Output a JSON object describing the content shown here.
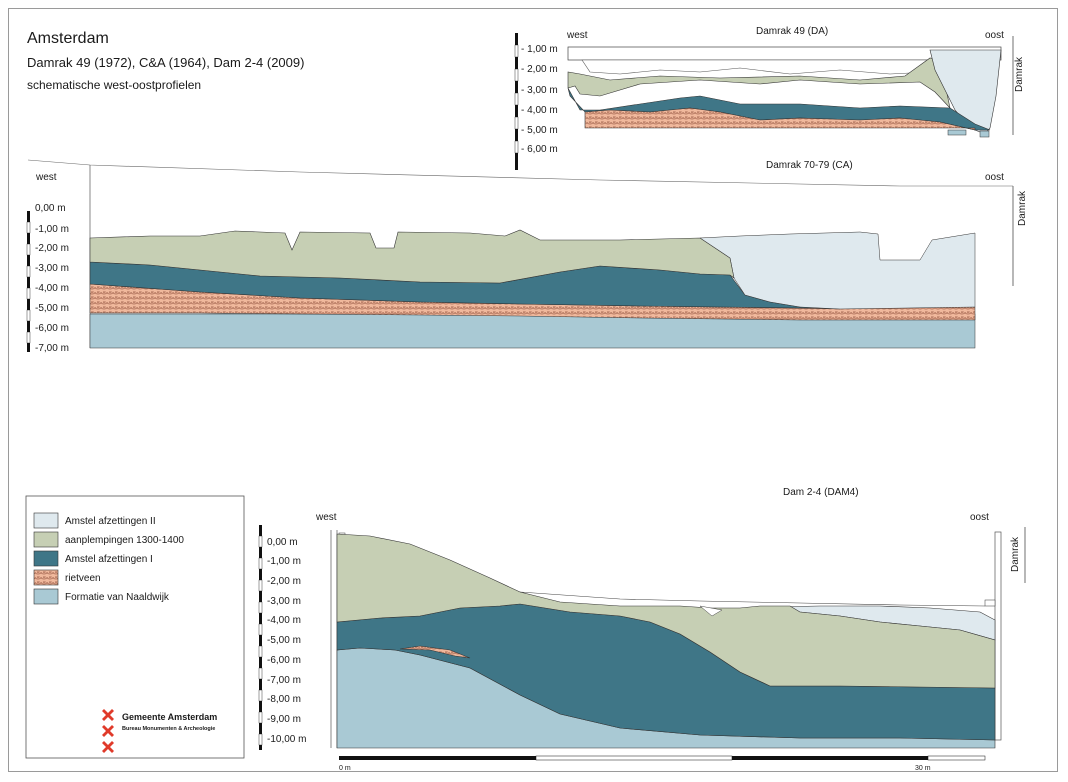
{
  "header": {
    "city": "Amsterdam",
    "sites": "Damrak 49 (1972), C&A (1964), Dam 2-4 (2009)",
    "subtitle": "schematische west-oostprofielen"
  },
  "colors": {
    "amstel_ii": "#dfe9ee",
    "aanplempingen": "#c6cfb4",
    "amstel_i": "#3f7687",
    "rietveen": "#f0b89c",
    "naaldwijk": "#a9c9d4",
    "logo_red": "#e03a2a"
  },
  "profiles": {
    "damrak49": {
      "title": "Damrak 49 (DA)",
      "west": "west",
      "east": "oost",
      "street": "Damrak",
      "scale": [
        "- 1,00 m",
        "- 2,00 m",
        "- 3,00 m",
        "- 4,00 m",
        "- 5,00 m",
        "- 6,00 m"
      ]
    },
    "ca": {
      "title": "Damrak 70-79 (CA)",
      "west": "west",
      "east": "oost",
      "street": "Damrak",
      "scale": [
        "0,00 m",
        "-1,00 m",
        "-2,00 m",
        "-3,00 m",
        "-4,00 m",
        "-5,00 m",
        "-6,00 m",
        "-7,00 m"
      ]
    },
    "dam4": {
      "title": "Dam 2-4 (DAM4)",
      "west": "west",
      "east": "oost",
      "street": "Damrak",
      "scale": [
        "0,00 m",
        "-1,00 m",
        "-2,00 m",
        "-3,00 m",
        "-4,00 m",
        "-5,00 m",
        "-6,00 m",
        "-7,00 m",
        "-8,00 m",
        "-9,00 m",
        "-10,00 m"
      ],
      "scalebar": {
        "start": "0 m",
        "end": "30 m"
      }
    }
  },
  "legend": [
    {
      "label": "Amstel afzettingen II",
      "color": "#dfe9ee",
      "pattern": false
    },
    {
      "label": "aanplempingen 1300-1400",
      "color": "#c6cfb4",
      "pattern": false
    },
    {
      "label": "Amstel afzettingen I",
      "color": "#3f7687",
      "pattern": false
    },
    {
      "label": "rietveen",
      "color": "#f0b89c",
      "pattern": true
    },
    {
      "label": "Formatie van Naaldwijk",
      "color": "#a9c9d4",
      "pattern": false
    }
  ],
  "logo": {
    "name": "Gemeente Amsterdam",
    "department": "Bureau Monumenten & Archeologie"
  }
}
